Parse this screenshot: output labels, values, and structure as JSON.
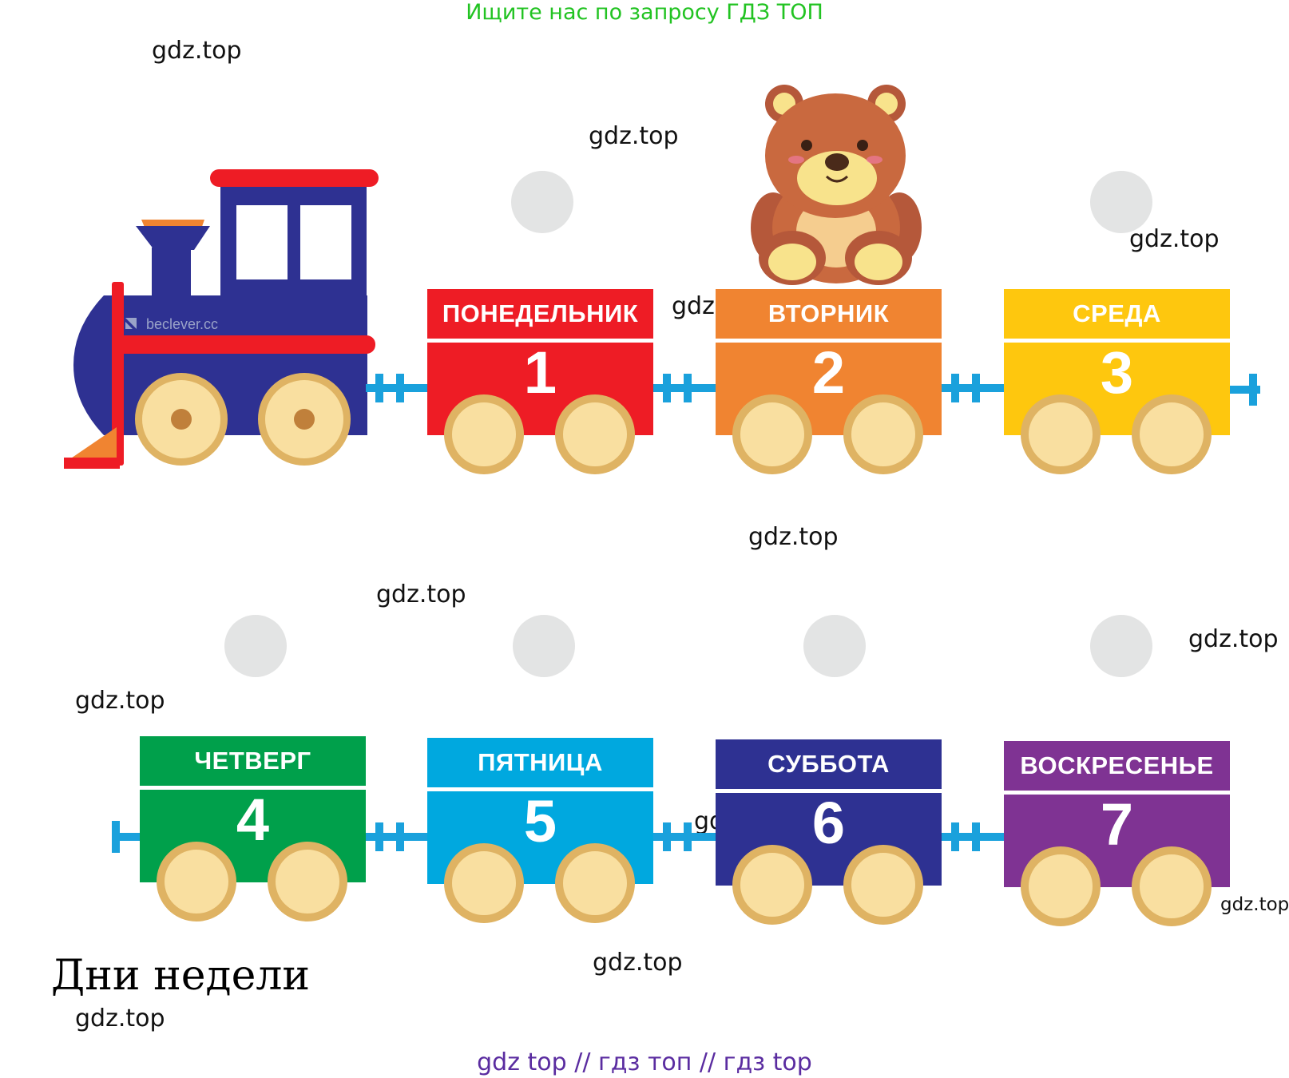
{
  "banner": "Ищите нас по запросу ГДЗ ТОП",
  "watermark": "gdz.top",
  "locomotive_brand": "beclever.cc",
  "title": "Дни недели",
  "footer": "gdz top  //  гдз топ  //  гдз top",
  "colors": {
    "red": "#ee1c25",
    "orange": "#f08431",
    "yellow": "#fec70e",
    "green": "#00a04b",
    "light_blue": "#00a8df",
    "navy": "#2e3192",
    "purple": "#7f3393",
    "coupler": "#1aa1dc",
    "wheel": "#f9dfa0",
    "wheel_rim": "#dfb363"
  },
  "cars": [
    {
      "day": "ПОНЕДЕЛЬНИК",
      "number": "1",
      "color": "#ee1c25"
    },
    {
      "day": "ВТОРНИК",
      "number": "2",
      "color": "#f08431"
    },
    {
      "day": "СРЕДА",
      "number": "3",
      "color": "#fec70e"
    },
    {
      "day": "ЧЕТВЕРГ",
      "number": "4",
      "color": "#00a04b"
    },
    {
      "day": "ПЯТНИЦА",
      "number": "5",
      "color": "#00a8df"
    },
    {
      "day": "СУББОТА",
      "number": "6",
      "color": "#2e3192"
    },
    {
      "day": "ВОСКРЕСЕНЬЕ",
      "number": "7",
      "color": "#7f3393"
    }
  ]
}
